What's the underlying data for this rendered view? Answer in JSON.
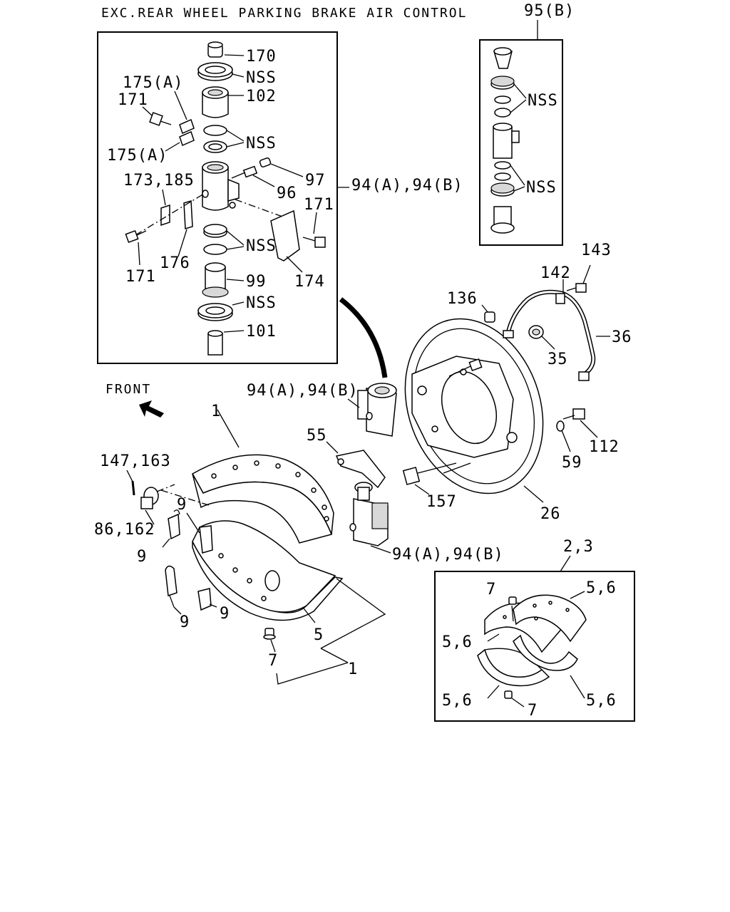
{
  "title": "EXC.REAR WHEEL PARKING BRAKE AIR CONTROL",
  "front_label": "FRONT",
  "callouts": {
    "c170": "170",
    "nss_a": "NSS",
    "c175a_top": "175(A)",
    "c102": "102",
    "c171_top": "171",
    "nss_b": "NSS",
    "c175a_bottom": "175(A)",
    "c97": "97",
    "c173_185": "173,185",
    "c96": "96",
    "c94_inset": "94(A),94(B)",
    "c171_right": "171",
    "nss_c": "NSS",
    "c176": "176",
    "c171_left": "171",
    "c99": "99",
    "c174": "174",
    "nss_d": "NSS",
    "c101": "101",
    "c95b": "95(B)",
    "nss_e": "NSS",
    "nss_f": "NSS",
    "c143": "143",
    "c142": "142",
    "c136": "136",
    "c36": "36",
    "c35": "35",
    "c94_main": "94(A),94(B)",
    "c112": "112",
    "c59": "59",
    "c55": "55",
    "c157": "157",
    "c26": "26",
    "c94_lower": "94(A),94(B)",
    "c1_top": "1",
    "c147_163": "147,163",
    "c86_162": "86,162",
    "c9_a": "9",
    "c9_b": "9",
    "c9_c": "9",
    "c9_d": "9",
    "c5": "5",
    "c7_main": "7",
    "c1_bottom": "1",
    "c2_3": "2,3",
    "c7_kit_top": "7",
    "c56_a": "5,6",
    "c56_b": "5,6",
    "c56_c": "5,6",
    "c56_d": "5,6",
    "c7_kit_bottom": "7"
  }
}
